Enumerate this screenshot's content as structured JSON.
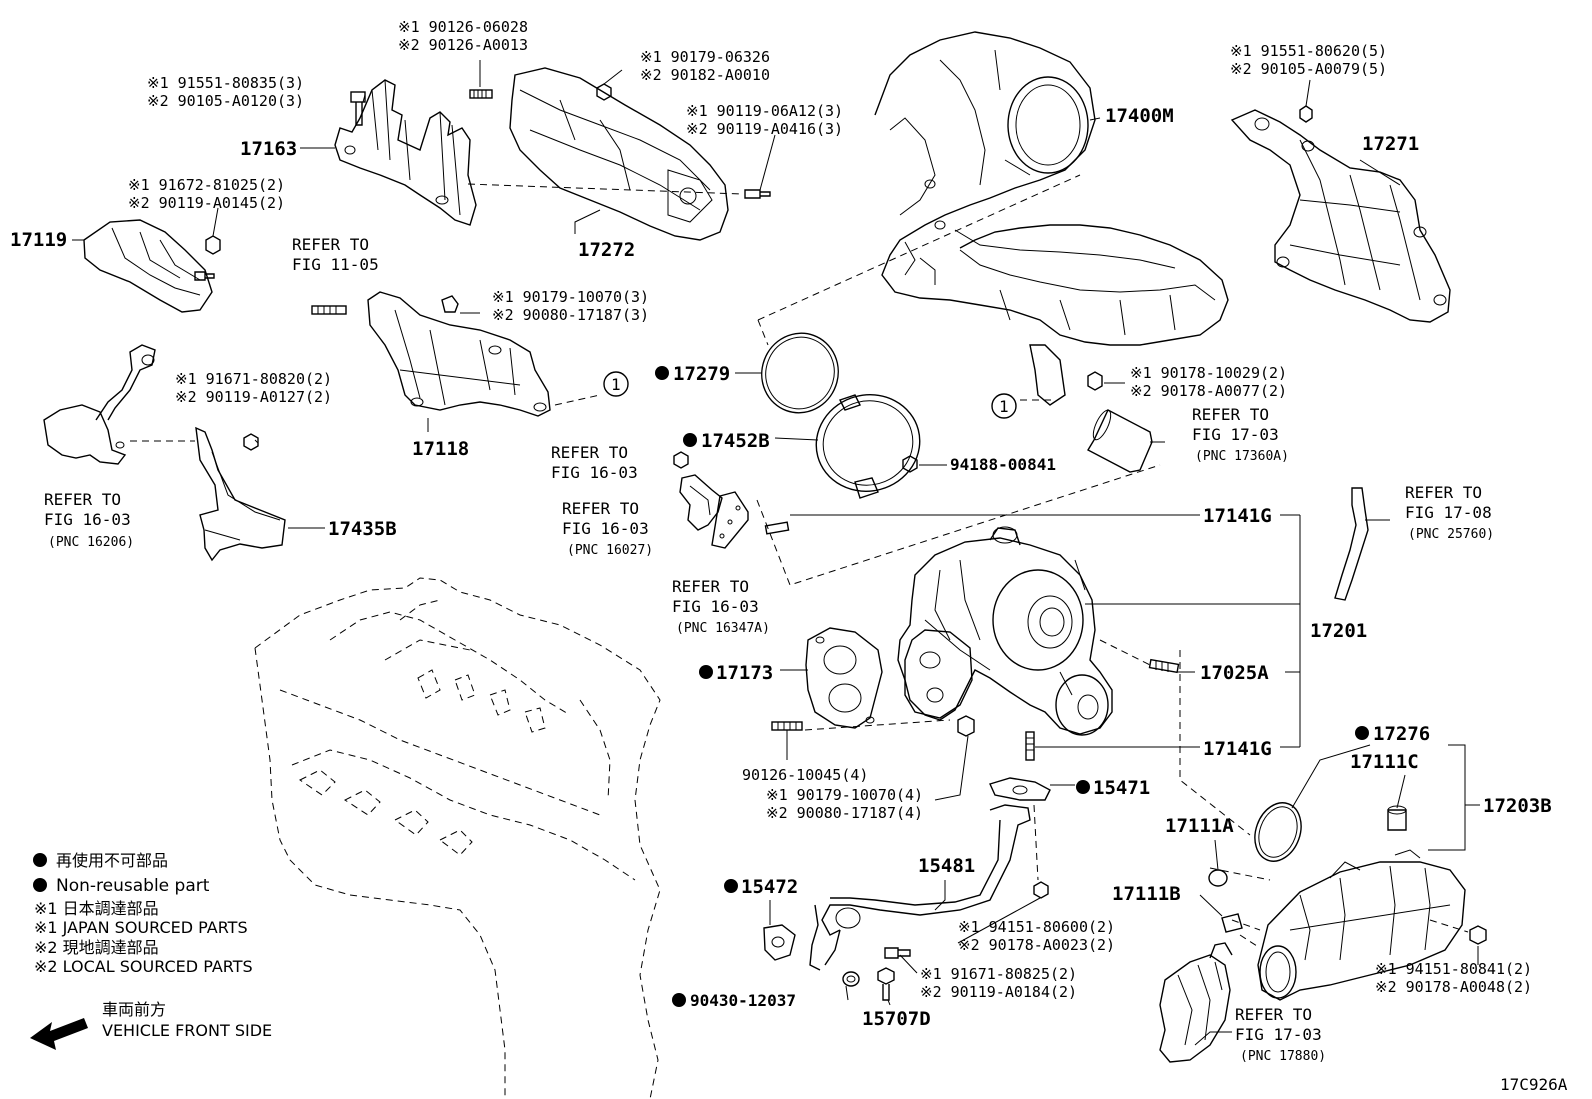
{
  "callouts": {
    "p17163": "17163",
    "p17119": "17119",
    "p17272": "17272",
    "p17400m": "17400M",
    "p17271": "17271",
    "p17118": "17118",
    "p17279": "17279",
    "p17452b": "17452B",
    "p17435b": "17435B",
    "p17141g_top": "17141G",
    "p17201": "17201",
    "p17025a": "17025A",
    "p17141g_bot": "17141G",
    "p17173": "17173",
    "p17276": "17276",
    "p17111c": "17111C",
    "p17203b": "17203B",
    "p17111a": "17111A",
    "p17111b": "17111B",
    "p15471": "15471",
    "p15481": "15481",
    "p15472": "15472",
    "p15707d": "15707D",
    "p90430": "90430-12037",
    "p94188": "94188-00841",
    "p90126_10045": "90126-10045(4)"
  },
  "sub": {
    "a1": "※1 90126-06028",
    "a2": "※2 90126-A0013",
    "b1": "※1 91551-80835(3)",
    "b2": "※2 90105-A0120(3)",
    "c1": "※1 90179-06326",
    "c2": "※2 90182-A0010",
    "d1": "※1 90119-06A12(3)",
    "d2": "※2 90119-A0416(3)",
    "e1": "※1 91672-81025(2)",
    "e2": "※2 90119-A0145(2)",
    "f1": "※1 91551-80620(5)",
    "f2": "※2 90105-A0079(5)",
    "g1": "※1 90179-10070(3)",
    "g2": "※2 90080-17187(3)",
    "h1": "※1 91671-80820(2)",
    "h2": "※2 90119-A0127(2)",
    "i1": "※1 90178-10029(2)",
    "i2": "※2 90178-A0077(2)",
    "j1": "※1 90179-10070(4)",
    "j2": "※2 90080-17187(4)",
    "k1": "※1 94151-80600(2)",
    "k2": "※2 90178-A0023(2)",
    "l1": "※1 91671-80825(2)",
    "l2": "※2 90119-A0184(2)",
    "m1": "※1 94151-80841(2)",
    "m2": "※2 90178-A0048(2)"
  },
  "refs": {
    "r1_l1": "REFER TO",
    "r1_l2": "FIG 11-05",
    "r2_l1": "REFER TO",
    "r2_l2": "FIG 16-03",
    "r3_l1": "REFER TO",
    "r3_l2": "FIG 16-03",
    "r3_pnc": "(PNC 16206)",
    "r4_l1": "REFER TO",
    "r4_l2": "FIG 16-03",
    "r4_pnc": "(PNC 16027)",
    "r5_l1": "REFER TO",
    "r5_l2": "FIG 16-03",
    "r5_pnc": "(PNC 16347A)",
    "r6_l1": "REFER TO",
    "r6_l2": "FIG 17-03",
    "r6_pnc": "(PNC 17360A)",
    "r7_l1": "REFER TO",
    "r7_l2": "FIG 17-08",
    "r7_pnc": "(PNC 25760)",
    "r8_l1": "REFER TO",
    "r8_l2": "FIG 17-03",
    "r8_pnc": "(PNC 17880)"
  },
  "circle_ref": "1",
  "legend": {
    "nonreusable_jp": "再使用不可部品",
    "nonreusable_en": "Non-reusable part",
    "japan_jp": "※1  日本調達部品",
    "japan_en": "※1  JAPAN SOURCED PARTS",
    "local_jp": "※2  現地調達部品",
    "local_en": "※2  LOCAL SOURCED PARTS",
    "front_jp": "車両前方",
    "front_en": "VEHICLE FRONT SIDE"
  },
  "figure_id": "17C926A"
}
